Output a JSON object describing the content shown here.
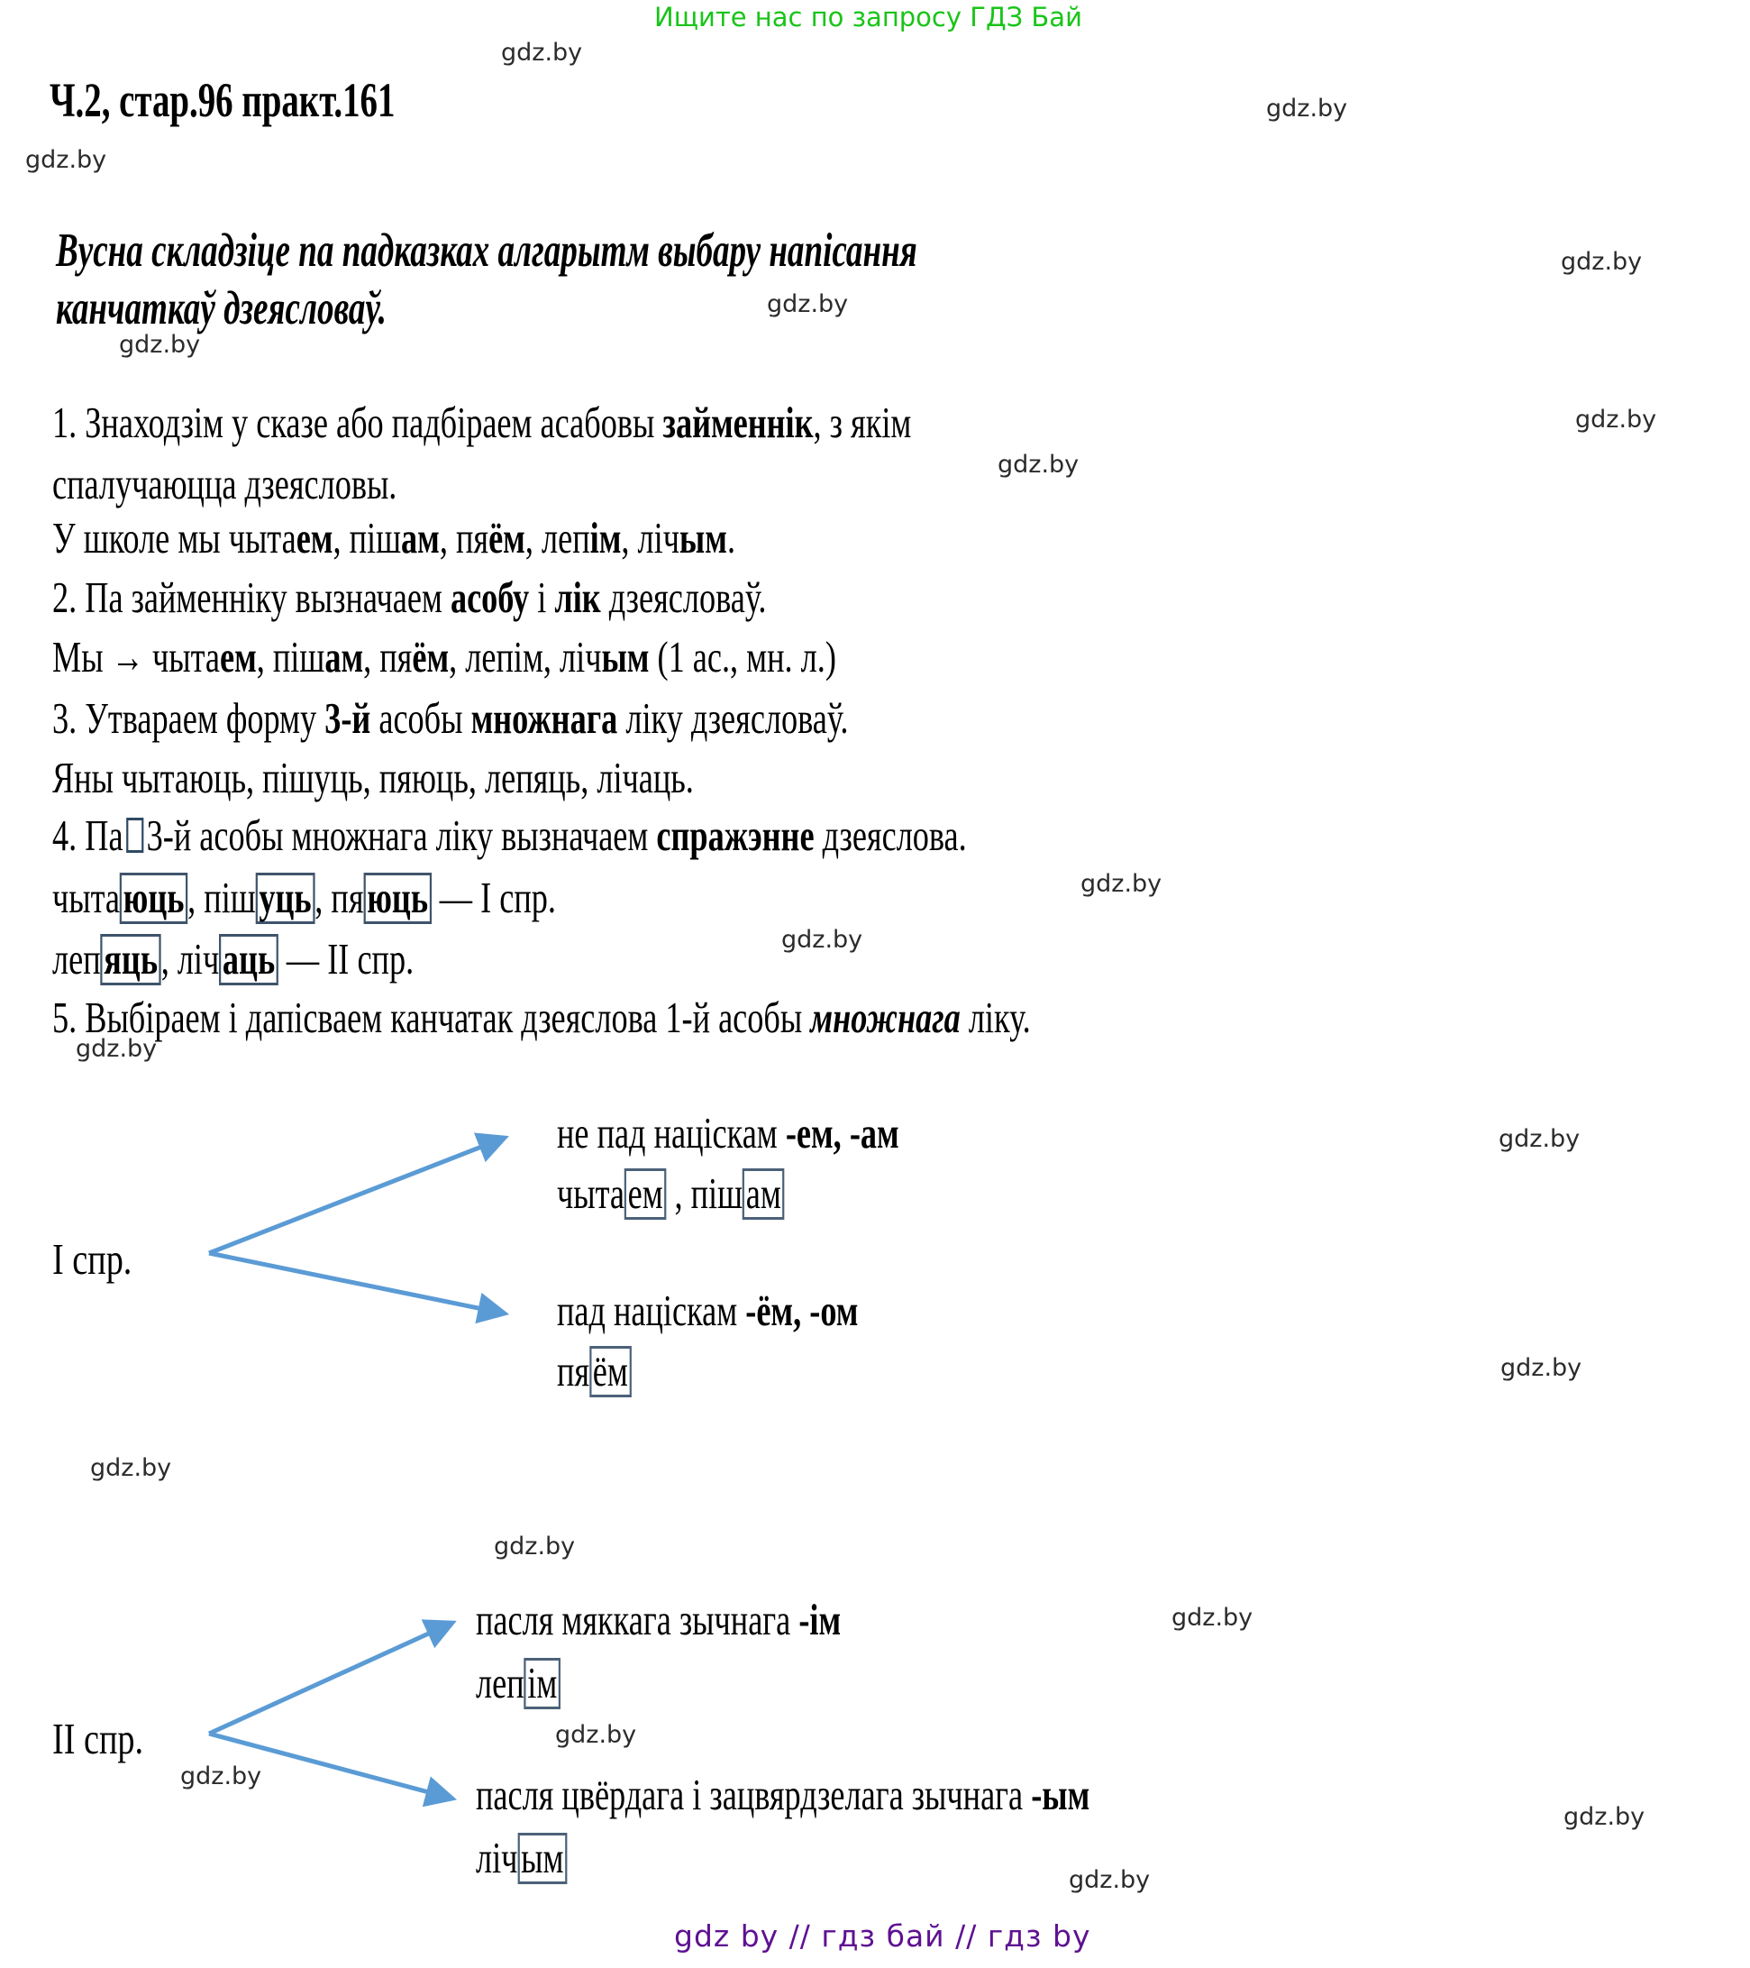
{
  "banner": {
    "text": "Ищите нас по запросу ГДЗ Бай",
    "color": "#19c419"
  },
  "footer": {
    "text": "gdz by  //  гдз бай  //  гдз by",
    "color": "#5f1192"
  },
  "watermark": {
    "text": "gdz.by"
  },
  "title": "Ч.2, стар.96 практ.161",
  "lead": {
    "line1": "Вусна складзіце па падказках алгарытм выбару напісання",
    "line2": "канчаткаў дзеясловаў."
  },
  "steps": {
    "s1a_pre": "1. Знаходзім у сказе або падбіраем асабовы ",
    "s1a_bold": "займеннік",
    "s1a_post": ", з якім",
    "s1b": "спалучаюцца дзеясловы.",
    "ex1_pre": "У школе мы чыта",
    "ex1_w1b": "ем",
    "ex1_w2a": ", піш",
    "ex1_w2b": "ам",
    "ex1_w3a": ", пя",
    "ex1_w3b": "ём",
    "ex1_w4a": ", леп",
    "ex1_w4b": "ім",
    "ex1_w5a": ", ліч",
    "ex1_w5b": "ым",
    "ex1_end": ".",
    "s2_pre": "2. Па займенніку вызначаем ",
    "s2_bold1": "асобу",
    "s2_mid": " і ",
    "s2_bold2": "лік",
    "s2_post": " дзеясловаў.",
    "ex2_pre": "Мы → чыта",
    "ex2_w1b": "ем",
    "ex2_w2a": ", піш",
    "ex2_w2b": "ам",
    "ex2_w3a": ", пя",
    "ex2_w3b": "ём",
    "ex2_w4": ", лепім, ліч",
    "ex2_w5b": "ым",
    "ex2_end": " (1 ас., мн. л.)",
    "s3_pre": "3. Утвараем форму ",
    "s3_bold1": "3-й",
    "s3_mid": " асобы ",
    "s3_bold2": "множнага",
    "s3_post": " ліку дзеясловаў.",
    "ex3": "Яны чытаюць, пішуць, пяюць, лепяць, лічаць.",
    "s4_pre": "4. Па",
    "s4_mid": "3-й асобы множнага ліку вызначаем ",
    "s4_bold": "спражэнне",
    "s4_post": " дзеяслова.",
    "c1_w1a": "чыта",
    "c1_w1b": "юць",
    "c1_w2a": ", піш",
    "c1_w2b": "уць",
    "c1_w3a": ", пя",
    "c1_w3b": "юць",
    "c1_tail": " — I спр.",
    "c2_w1a": "леп",
    "c2_w1b": "яць",
    "c2_w2a": ", ліч",
    "c2_w2b": "аць",
    "c2_tail": " — II спр.",
    "s5_pre": "5. Выбіраем і дапісваем канчатак дзеяслова 1-й асобы ",
    "s5_bi": "множнага",
    "s5_post": " ліку."
  },
  "tree1": {
    "root": "I спр.",
    "b1_title_pre": "не пад націскам ",
    "b1_title_bold": "-ем, -ам",
    "b1_ex_w1a": "чыта",
    "b1_ex_w1b": "ем",
    "b1_ex_sep": " , піш",
    "b1_ex_w2b": "ам",
    "b2_title_pre": "пад націскам ",
    "b2_title_bold": "-ём, -ом",
    "b2_ex_w1a": "пя",
    "b2_ex_w1b": "ём"
  },
  "tree2": {
    "root": "II спр.",
    "b1_title_pre": "пасля мяккага зычнага ",
    "b1_title_bold": "-ім",
    "b1_ex_w1a": "леп",
    "b1_ex_w1b": "ім",
    "b2_title_pre": "пасля цвёрдага і зацвярдзелага зычнага ",
    "b2_title_bold": "-ым",
    "b2_ex_w1a": "ліч",
    "b2_ex_w1b": "ым"
  },
  "colors": {
    "arrow": "#5b9bd5",
    "box_thick": "#3f546b",
    "box_thin": "#4b6178"
  }
}
